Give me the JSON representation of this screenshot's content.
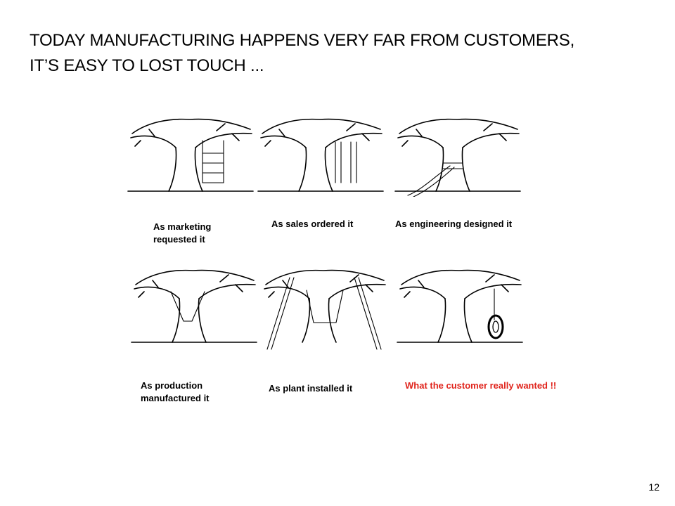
{
  "slide": {
    "title_line1": "TODAY MANUFACTURING HAPPENS VERY FAR FROM CUSTOMERS,",
    "title_line2": "IT’S EASY TO LOST TOUCH ...",
    "page_number": "12"
  },
  "panels": [
    {
      "id": "marketing",
      "caption_line1": "As marketing",
      "caption_line2": "requested it"
    },
    {
      "id": "sales",
      "caption_line1": "As sales ordered it",
      "caption_line2": ""
    },
    {
      "id": "engineering",
      "caption_line1": "As engineering designed it",
      "caption_line2": ""
    },
    {
      "id": "production",
      "caption_line1": "As production",
      "caption_line2": "manufactured it"
    },
    {
      "id": "plant",
      "caption_line1": "As plant installed it",
      "caption_line2": ""
    },
    {
      "id": "customer",
      "caption_line1": "What the customer really wanted !!",
      "caption_line2": ""
    }
  ],
  "colors": {
    "highlight": "#e0231b",
    "text": "#000000"
  }
}
